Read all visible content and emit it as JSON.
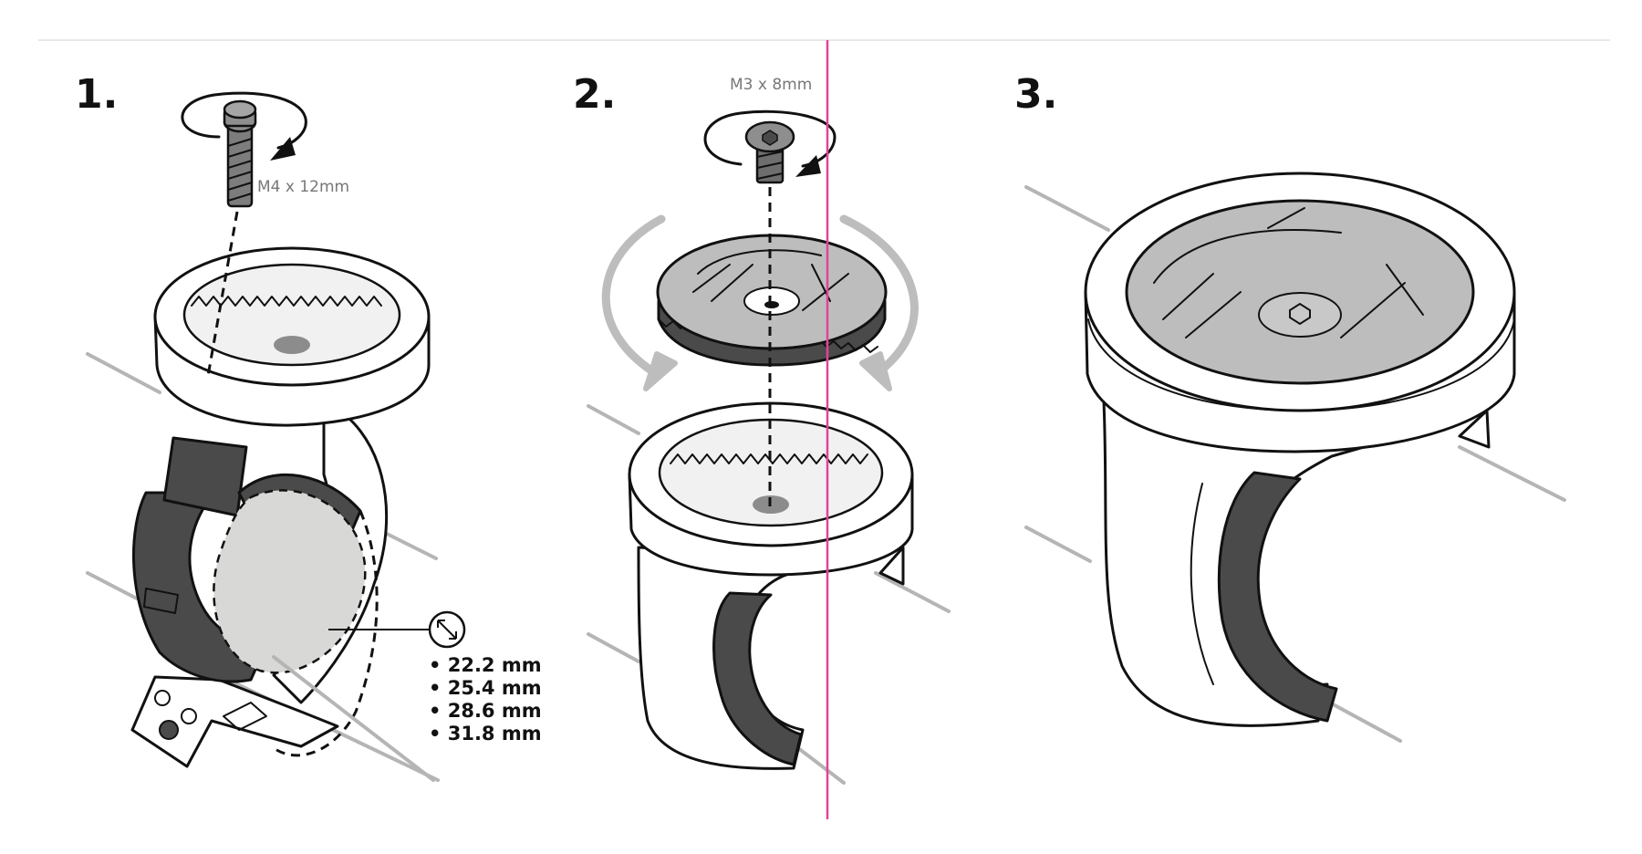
{
  "steps": [
    {
      "number": "1.",
      "screw_label": "M4 x 12mm"
    },
    {
      "number": "2.",
      "screw_label": "M3 x 8mm"
    },
    {
      "number": "3."
    }
  ],
  "diameter_options": [
    "• 22.2 mm",
    "• 25.4 mm",
    "• 28.6 mm",
    "• 31.8 mm"
  ],
  "colors": {
    "ink": "#111111",
    "handlebar": "#b5b5b5",
    "rubber": "#4a4a4a",
    "plate": "#bdbdbd",
    "guide_line": "#e0449b"
  },
  "icons": [
    "diameter-icon",
    "rotate-arrow-icon",
    "screw-icon"
  ]
}
